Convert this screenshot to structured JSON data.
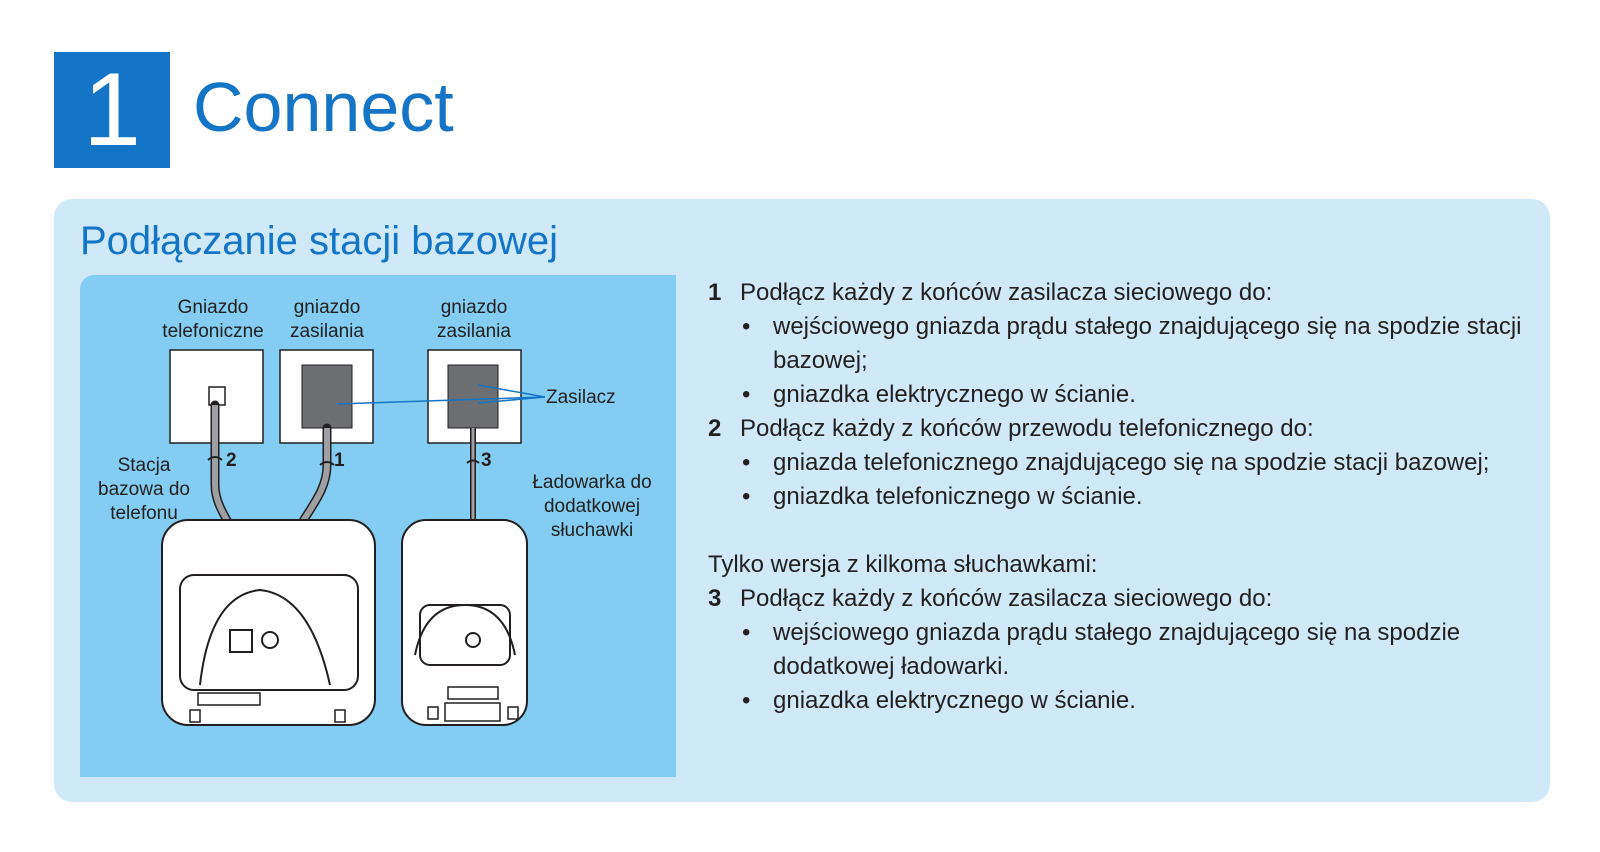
{
  "header": {
    "number": "1",
    "title": "Connect"
  },
  "section": {
    "title": "Podłączanie stacji bazowej"
  },
  "figure": {
    "labels": {
      "gniazdo_tel": "Gniazdo telefoniczne",
      "gniazdo_zas_1": "gniazdo zasilania",
      "gniazdo_zas_2": "gniazdo zasilania",
      "zasilacz": "Zasilacz",
      "stacja": "Stacja bazowa do telefonu",
      "ladowarka": "Ładowarka do dodatkowej słuchawki",
      "callout_1": "1",
      "callout_2": "2",
      "callout_3": "3"
    }
  },
  "instructions": {
    "step1": {
      "num": "1",
      "text": "Podłącz każdy z końców zasilacza sieciowego do:",
      "bullets": [
        "wejściowego gniazda prądu stałego znajdującego się na spodzie stacji bazowej;",
        "gniazdka elektrycznego w ścianie."
      ]
    },
    "step2": {
      "num": "2",
      "text": "Podłącz każdy z końców przewodu telefonicznego do:",
      "bullets": [
        "gniazda telefonicznego znajdującego się na spodzie stacji bazowej;",
        "gniazdka telefonicznego w ścianie."
      ]
    },
    "note": "Tylko wersja z kilkoma słuchawkami:",
    "step3": {
      "num": "3",
      "text": "Podłącz każdy z końców zasilacza sieciowego do:",
      "bullets": [
        "wejściowego gniazda prądu stałego znajdującego się na spodzie dodatkowej ładowarki.",
        "gniazdka elektrycznego w ścianie."
      ]
    },
    "bullet_glyph": "•"
  },
  "colors": {
    "brand_blue": "#1475c6",
    "panel_bg": "#cfe9f9",
    "figure_bg": "#82cdf1",
    "adapter_gray": "#6d6e71"
  }
}
